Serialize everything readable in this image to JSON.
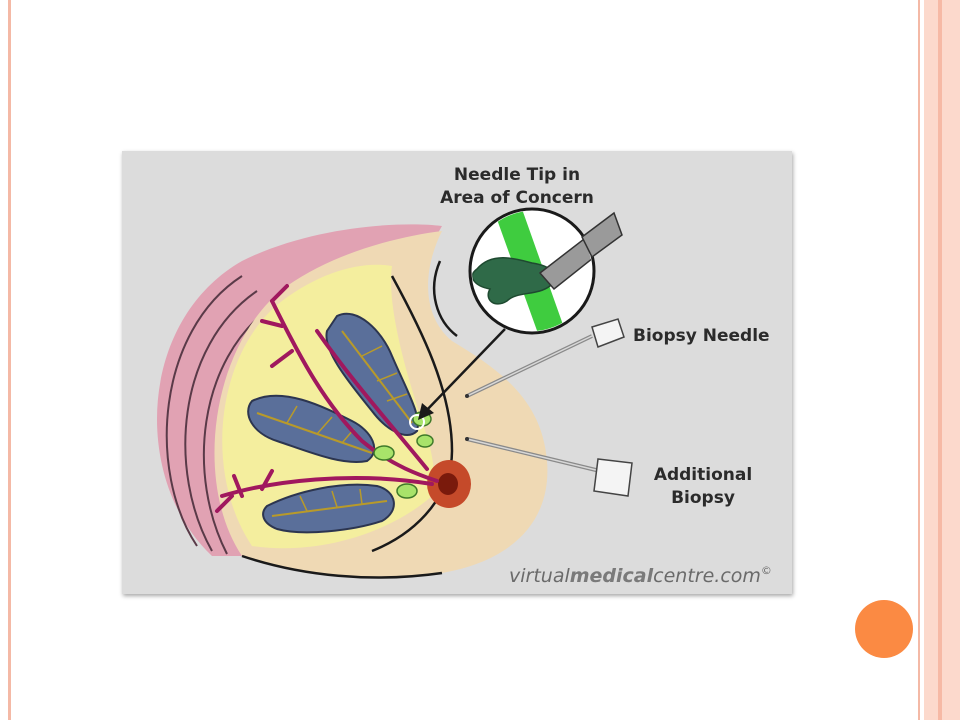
{
  "diagram": {
    "labels": {
      "needle_tip_line1": "Needle Tip in",
      "needle_tip_line2": "Area of Concern",
      "biopsy_needle": "Biopsy Needle",
      "additional_line1": "Additional",
      "additional_line2": "Biopsy"
    },
    "credit": {
      "part1": "virtual",
      "part2": "medical",
      "part3": "centre.com",
      "symbol": "©"
    }
  },
  "colors": {
    "slide_border": "#f4b9a6",
    "side_band": "#fcd9cc",
    "accent_dot": "#fb8a43",
    "figure_bg": "#dcdcdc",
    "skin": "#efd9b4",
    "fat": "#f4ee9e",
    "pink_layer": "#e1a2b3",
    "lobule": "#5a6f9a",
    "duct": "#a0185e",
    "green": "#3fcc3f"
  }
}
